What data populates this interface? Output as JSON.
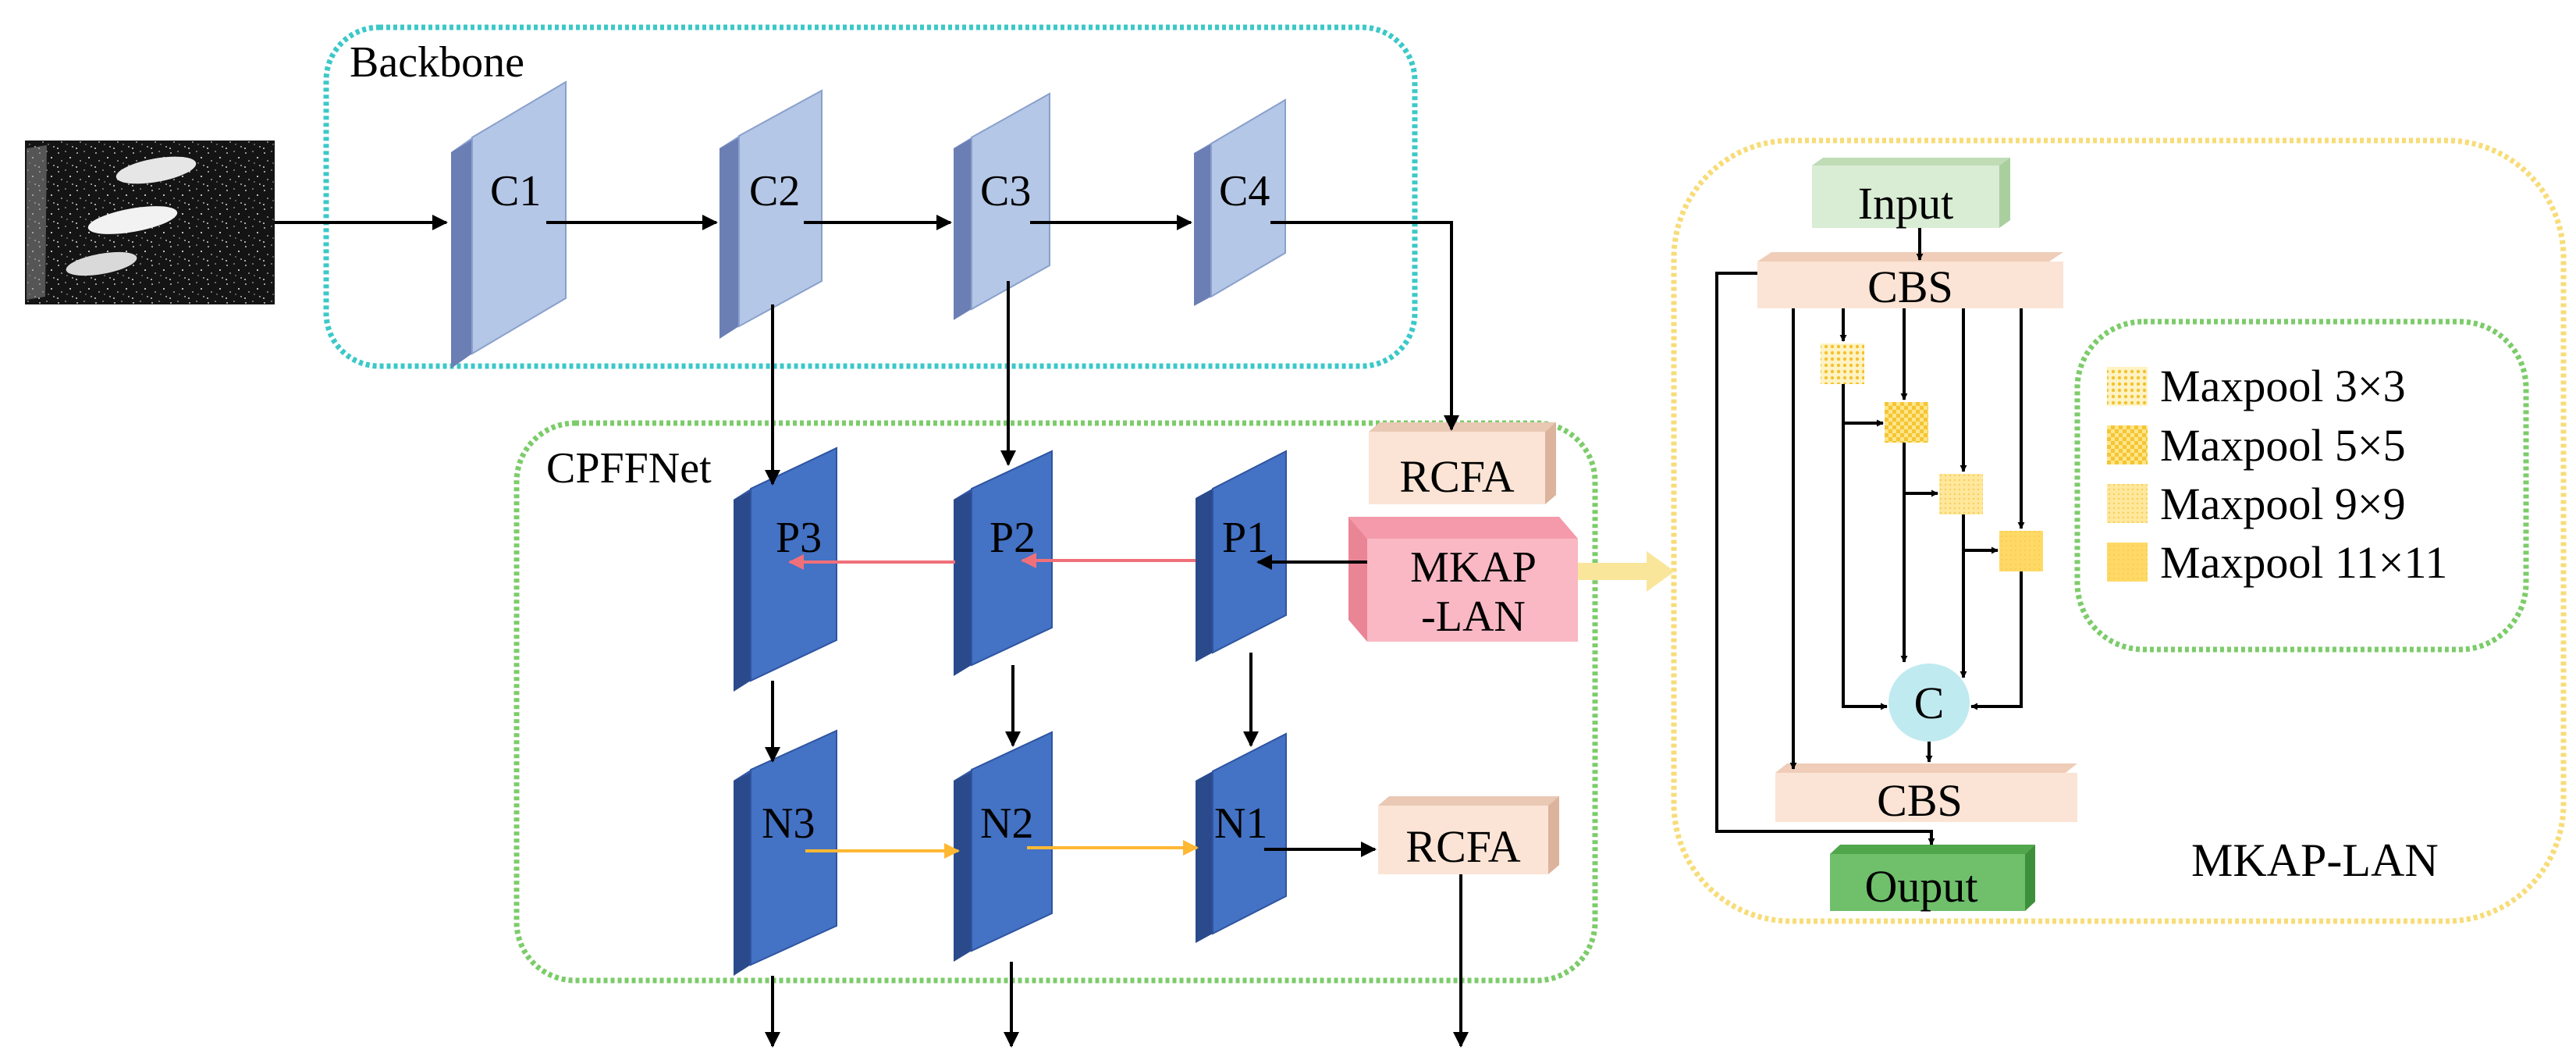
{
  "backbone": {
    "title": "Backbone",
    "stages": [
      "C1",
      "C2",
      "C3",
      "C4"
    ]
  },
  "neck": {
    "title": "CPFFNet",
    "top_layers": [
      "P3",
      "P2",
      "P1"
    ],
    "bottom_layers": [
      "N3",
      "N2",
      "N1"
    ],
    "rcfa_top": "RCFA",
    "rcfa_bottom": "RCFA",
    "mkap_line1": "MKAP",
    "mkap_line2": "-LAN"
  },
  "detail": {
    "title": "MKAP-LAN",
    "input": "Input",
    "cbs_top": "CBS",
    "cbs_bottom": "CBS",
    "concat": "C",
    "output": "Ouput",
    "legend": [
      {
        "label": "Maxpool 3×3",
        "pattern": "dots"
      },
      {
        "label": "Maxpool 5×5",
        "pattern": "check"
      },
      {
        "label": "Maxpool 9×9",
        "pattern": "fine"
      },
      {
        "label": "Maxpool 11×11",
        "pattern": "solid"
      }
    ]
  },
  "colors": {
    "backbone_border": "#3cc8c8",
    "neck_border": "#7ccc6a",
    "detail_border": "#f7dc78",
    "c_block": "#b4c7e7",
    "c_block_side": "#6b7fb5",
    "pn_block": "#4472c4",
    "pn_block_side": "#2a4a8c",
    "rcfa": "#fbe4d5",
    "mkap": "#f9b8c4",
    "input_box": "#d9ecd4",
    "output_box": "#6fbf6b",
    "concat_circle": "#bfeaf0",
    "pool_yellow": "#ffd966",
    "red_arrow": "#f0707a",
    "orange_arrow": "#ffb833",
    "highlight_arrow": "#f9e69a"
  }
}
